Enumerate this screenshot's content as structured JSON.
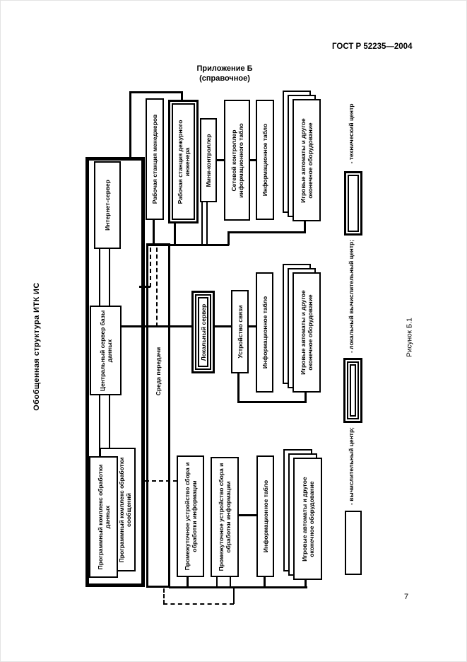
{
  "page": {
    "doc_number": "ГОСТ Р 52235—2004",
    "appendix": {
      "title": "Приложение Б",
      "subtitle": "(справочное)"
    },
    "side_title": "Обобщенная структура ИТК ИС",
    "figure_caption": "Рисунок Б.1",
    "page_number": "7"
  },
  "diagram": {
    "boxes": {
      "internet_server": "Интернет-сервер",
      "central_db_server": "Центральный сервер базы данных",
      "sw_complex_data": "Программный комплекс обработки данных",
      "sw_complex_messages": "Программный комплекс обработки сообщений",
      "transmission_medium": "Среда передачи",
      "ws_managers": "Рабочая станция менеджеров",
      "ws_duty_engineer": "Рабочая станция дежурного инженера",
      "mini_controller": "Мини-контроллер",
      "network_controller": "Сетевой контроллер информационного табло",
      "info_board": "Информационное табло",
      "gaming_machines": "Игровые автоматы и другое оконечное оборудование",
      "local_server": "Локальный сервер",
      "comm_device": "Устройство связи",
      "intermediate_device": "Промежуточное устройство сбора и обработки информации"
    },
    "legend": [
      {
        "label": "- вычислительный центр;"
      },
      {
        "label": "- локальный вычислительный центр;"
      },
      {
        "label": "- технический центр"
      }
    ]
  }
}
